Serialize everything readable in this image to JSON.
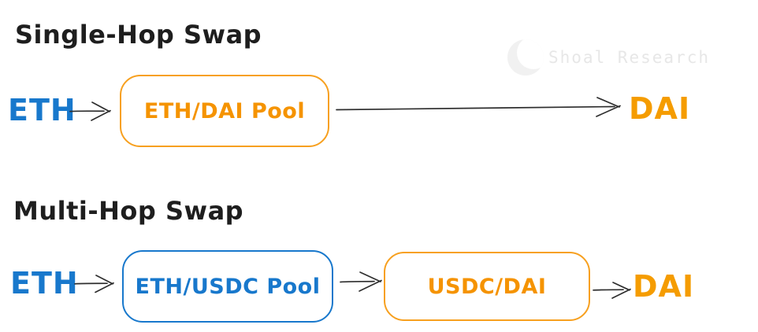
{
  "colors": {
    "token_blue": "#1878cc",
    "token_orange": "#f59c00",
    "box_border_orange": "#f7a01f",
    "box_border_blue": "#1878cc",
    "heading_ink": "#1e1e1e",
    "arrow": "#2e2e2e",
    "watermark_gray": "#e7e7e7"
  },
  "watermark": {
    "icon": "shoal-logo",
    "label": "Shoal Research"
  },
  "single_hop": {
    "title": "Single-Hop Swap",
    "input_token": "ETH",
    "pool_label": "ETH/DAI Pool",
    "output_token": "DAI"
  },
  "multi_hop": {
    "title": "Multi-Hop Swap",
    "input_token": "ETH",
    "pool1_label": "ETH/USDC Pool",
    "pool2_label": "USDC/DAI",
    "output_token": "DAI"
  }
}
